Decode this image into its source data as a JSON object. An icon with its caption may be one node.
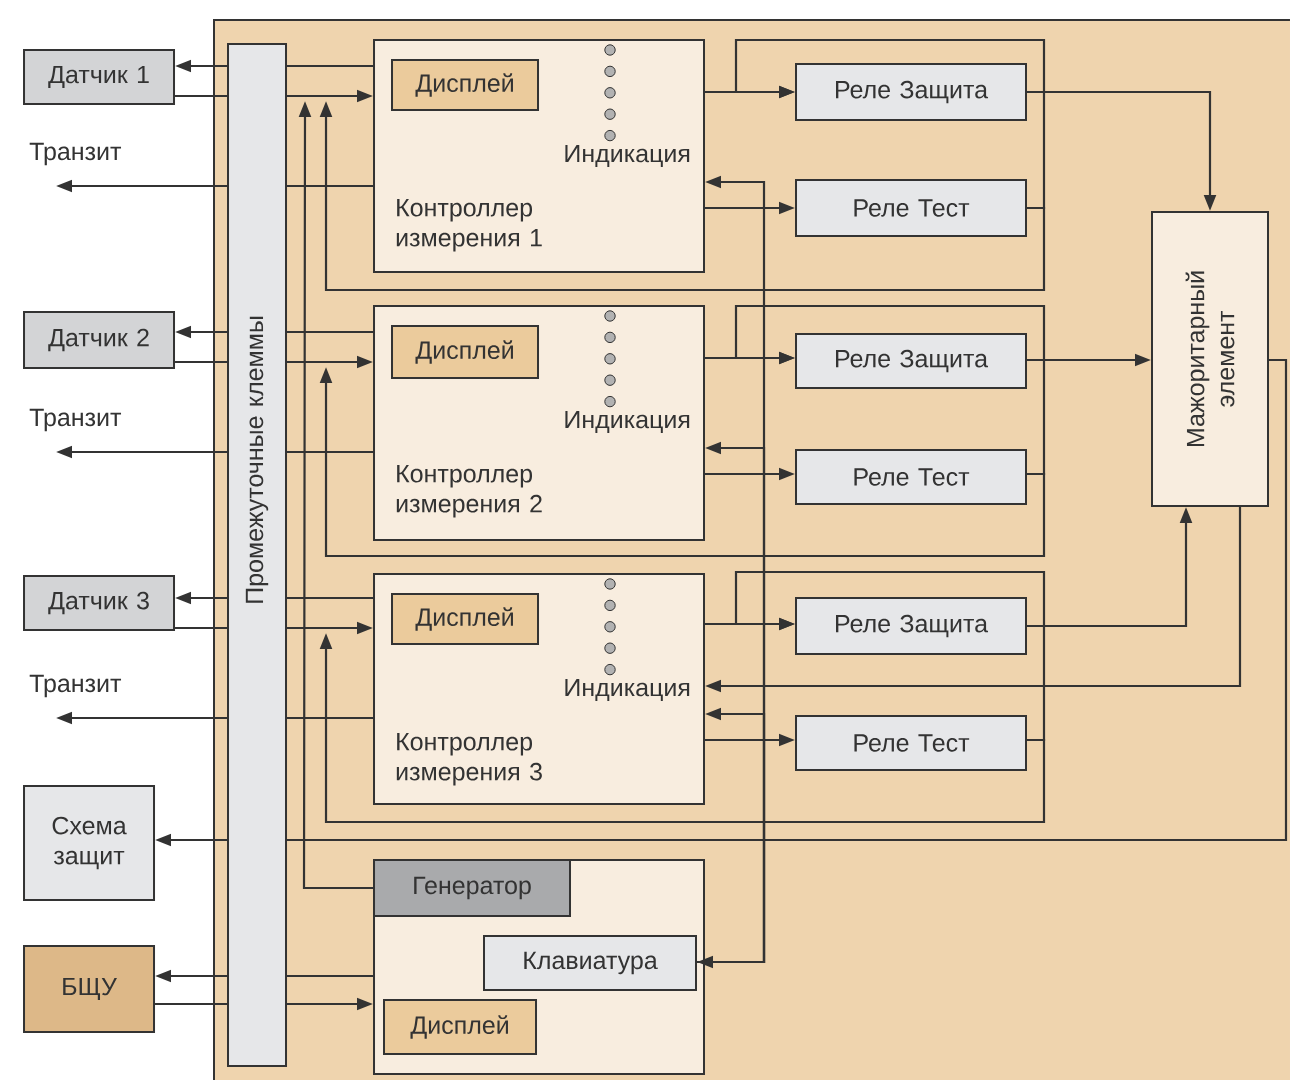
{
  "diagram": {
    "nodes": [
      {
        "text": [
          "Датчик 1"
        ]
      },
      {
        "text": [
          "Датчик 2"
        ]
      },
      {
        "text": [
          "Датчик 3"
        ]
      },
      {
        "text": [
          "Схема защит"
        ]
      },
      {
        "text": [
          "БЩУ"
        ]
      },
      {
        "text": [
          "Промежуточные клеммы"
        ]
      },
      {
        "text": [
          "Индикация",
          "Контроллер измерения 1"
        ]
      },
      {
        "text": [
          "Дисплей"
        ],
        "in": 6
      },
      {
        "text": [
          "Индикация",
          "Контроллер измерения 2"
        ]
      },
      {
        "text": [
          "Дисплей"
        ],
        "in": 8
      },
      {
        "text": [
          "Индикация",
          "Контроллер измерения 3"
        ]
      },
      {
        "text": [
          "Дисплей"
        ],
        "in": 10
      },
      {
        "text": [
          "Реле Защита"
        ]
      },
      {
        "text": [
          "Реле Тест"
        ]
      },
      {
        "text": [
          "Реле Защита"
        ]
      },
      {
        "text": [
          "Реле Тест"
        ]
      },
      {
        "text": [
          "Реле Защита"
        ]
      },
      {
        "text": [
          "Реле Тест"
        ]
      },
      {
        "text": [
          "Мажоритарный элемент"
        ]
      },
      {
        "text": [],
        "shape": "box"
      },
      {
        "text": [
          "Генератор"
        ],
        "in": 19
      },
      {
        "text": [
          "Клавиатура"
        ],
        "in": 19
      },
      {
        "text": [
          "Дисплей"
        ],
        "in": 19
      }
    ],
    "edges": [
      {
        "from": 6,
        "to": 5,
        "arrow": "none"
      },
      {
        "from": 5,
        "to": 0,
        "arrow": "to"
      },
      {
        "from": 0,
        "to": 5,
        "arrow": "none"
      },
      {
        "from": 5,
        "to": 6,
        "arrow": "to"
      },
      {
        "from": 6,
        "to": 5,
        "arrow": "none"
      },
      {
        "from": 5,
        "to": null,
        "arrow": "to",
        "label": "Транзит"
      },
      {
        "from": 8,
        "to": 5,
        "arrow": "none"
      },
      {
        "from": 5,
        "to": 1,
        "arrow": "to"
      },
      {
        "from": 1,
        "to": 5,
        "arrow": "none"
      },
      {
        "from": 5,
        "to": 8,
        "arrow": "to"
      },
      {
        "from": 8,
        "to": 5,
        "arrow": "none"
      },
      {
        "from": 5,
        "to": null,
        "arrow": "to",
        "label": "Транзит"
      },
      {
        "from": 10,
        "to": 5,
        "arrow": "none"
      },
      {
        "from": 5,
        "to": 2,
        "arrow": "to"
      },
      {
        "from": 2,
        "to": 5,
        "arrow": "none"
      },
      {
        "from": 5,
        "to": 10,
        "arrow": "to"
      },
      {
        "from": 10,
        "to": 5,
        "arrow": "none"
      },
      {
        "from": 5,
        "to": null,
        "arrow": "to",
        "label": "Транзит"
      },
      {
        "from": 18,
        "to": 5,
        "arrow": "none"
      },
      {
        "from": 5,
        "to": 3,
        "arrow": "to"
      },
      {
        "from": 19,
        "to": 5,
        "arrow": "none"
      },
      {
        "from": 5,
        "to": 4,
        "arrow": "to"
      },
      {
        "from": 4,
        "to": 5,
        "arrow": "none"
      },
      {
        "from": 5,
        "to": 19,
        "arrow": "to"
      },
      {
        "from": 20,
        "to": 5,
        "arrow": "to"
      },
      {
        "from": 13,
        "to": null,
        "arrow": "to"
      },
      {
        "from": 15,
        "to": null,
        "arrow": "to"
      },
      {
        "from": 17,
        "to": null,
        "arrow": "to"
      },
      {
        "from": 13,
        "to": 12,
        "arrow": "to"
      },
      {
        "from": 15,
        "to": 14,
        "arrow": "to"
      },
      {
        "from": 17,
        "to": 16,
        "arrow": "to"
      },
      {
        "from": 6,
        "to": 12,
        "arrow": "to"
      },
      {
        "from": 6,
        "to": 13,
        "arrow": "to"
      },
      {
        "from": 8,
        "to": 14,
        "arrow": "to"
      },
      {
        "from": 8,
        "to": 15,
        "arrow": "to"
      },
      {
        "from": 10,
        "to": 16,
        "arrow": "to"
      },
      {
        "from": 10,
        "to": 17,
        "arrow": "to"
      },
      {
        "from": 6,
        "to": 21,
        "arrow": "both"
      },
      {
        "from": 21,
        "to": 8,
        "arrow": "to"
      },
      {
        "from": 21,
        "to": 10,
        "arrow": "to"
      },
      {
        "from": 12,
        "to": 18,
        "arrow": "to"
      },
      {
        "from": 14,
        "to": 18,
        "arrow": "to"
      },
      {
        "from": 16,
        "to": 18,
        "arrow": "to"
      },
      {
        "from": 18,
        "to": 10,
        "arrow": "to"
      }
    ]
  }
}
